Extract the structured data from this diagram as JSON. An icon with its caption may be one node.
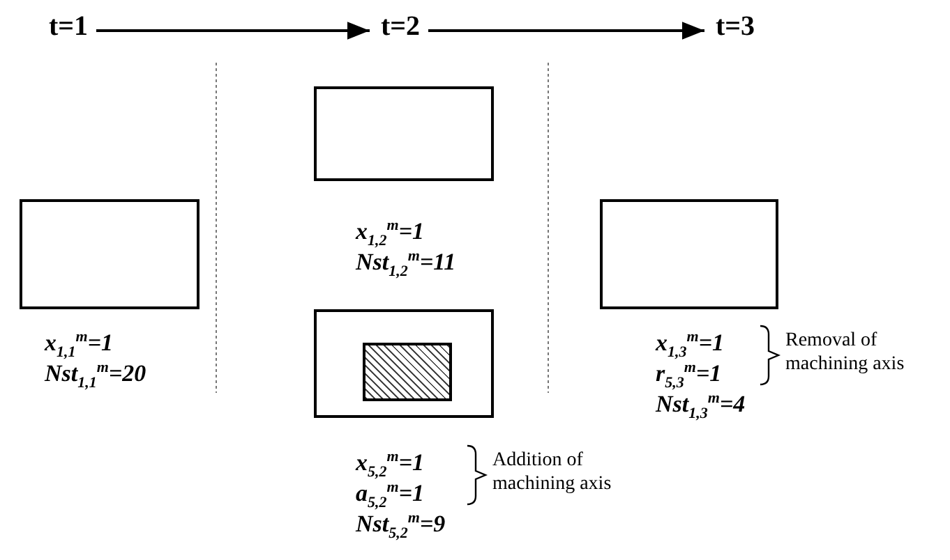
{
  "diagram": {
    "nodes": [
      {
        "text": [
          "t=1"
        ]
      },
      {
        "text": [
          "t=2"
        ]
      },
      {
        "text": [
          "t=3"
        ]
      },
      {
        "text": [],
        "shape": "box",
        "beside": [
          "x$_{1,1}$$^{m}$=1",
          "Nst$_{1,1}$$^{m}$=20"
        ]
      },
      {
        "text": [],
        "shape": "box",
        "beside": [
          "x$_{1,2}$$^{m}$=1",
          "Nst$_{1,2}$$^{m}$=11"
        ]
      },
      {
        "text": [],
        "shape": "box",
        "beside": [
          "x$_{5,2}$$^{m}$=1",
          "a$_{5,2}$$^{m}$=1",
          "Nst$_{5,2}$$^{m}$=9"
        ]
      },
      {
        "text": [],
        "shape": "box",
        "in": 5
      },
      {
        "text": [],
        "shape": "box",
        "beside": [
          "x$_{1,3}$$^{m}$=1",
          "r$_{5,3}$$^{m}$=1",
          "Nst$_{1,3}$$^{m}$=4"
        ]
      }
    ],
    "edges": [
      {
        "from": 0,
        "to": 1,
        "arrow": "to"
      },
      {
        "from": 1,
        "to": 2,
        "arrow": "to"
      }
    ],
    "labels": [
      "Addition of machining axis",
      "Removal of machining axis"
    ]
  }
}
